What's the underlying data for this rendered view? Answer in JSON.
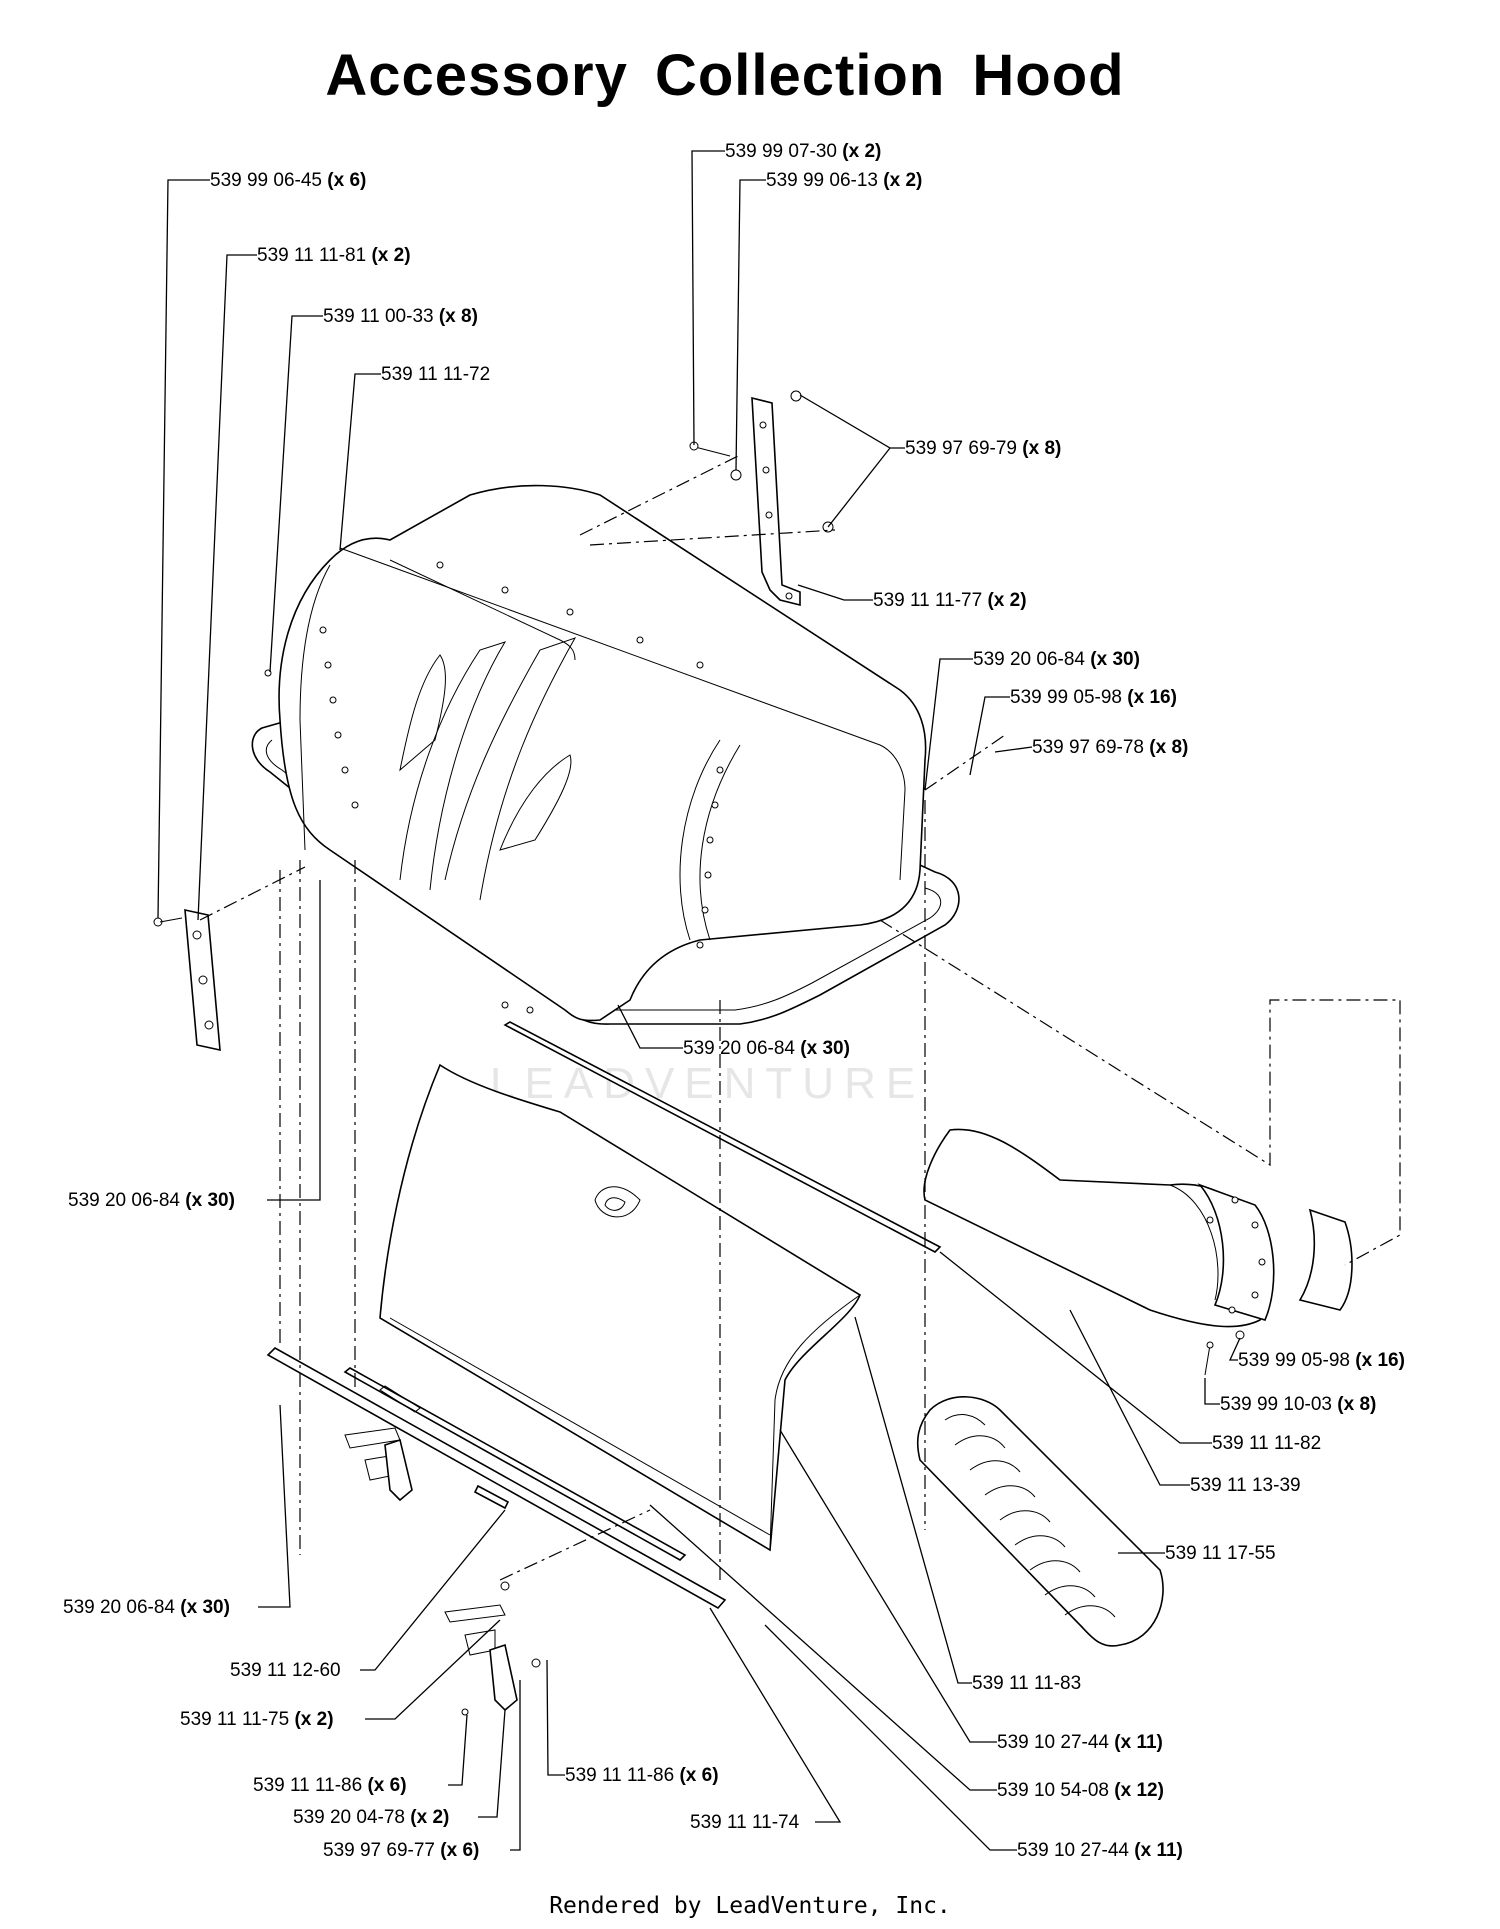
{
  "title": "Accessory Collection Hood",
  "footer": "Rendered by LeadVenture, Inc.",
  "watermark": "LEADVENTURE",
  "callouts": [
    {
      "part": "539 99 06-45",
      "qty": "(x 6)"
    },
    {
      "part": "539 11 11-81",
      "qty": "(x 2)"
    },
    {
      "part": "539 11 00-33",
      "qty": "(x 8)"
    },
    {
      "part": "539 11 11-72",
      "qty": ""
    },
    {
      "part": "539 99 07-30",
      "qty": "(x 2)"
    },
    {
      "part": "539 99 06-13",
      "qty": "(x 2)"
    },
    {
      "part": "539 97 69-79",
      "qty": "(x 8)"
    },
    {
      "part": "539 11 11-77",
      "qty": "(x 2)"
    },
    {
      "part": "539 20 06-84",
      "qty": "(x 30)"
    },
    {
      "part": "539 99 05-98",
      "qty": "(x 16)"
    },
    {
      "part": "539 97 69-78",
      "qty": "(x 8)"
    },
    {
      "part": "539 20 06-84",
      "qty": "(x 30)"
    },
    {
      "part": "539 20 06-84",
      "qty": "(x 30)"
    },
    {
      "part": "539 99 05-98",
      "qty": "(x 16)"
    },
    {
      "part": "539 99 10-03",
      "qty": "(x 8)"
    },
    {
      "part": "539 11 11-82",
      "qty": ""
    },
    {
      "part": "539 11 13-39",
      "qty": ""
    },
    {
      "part": "539 11 17-55",
      "qty": ""
    },
    {
      "part": "539 20 06-84",
      "qty": "(x 30)"
    },
    {
      "part": "539 11 12-60",
      "qty": ""
    },
    {
      "part": "539 11 11-75",
      "qty": "(x 2)"
    },
    {
      "part": "539 11 11-83",
      "qty": ""
    },
    {
      "part": "539 10 27-44",
      "qty": "(x 11)"
    },
    {
      "part": "539 11 11-86",
      "qty": "(x 6)"
    },
    {
      "part": "539 11 11-86",
      "qty": "(x 6)"
    },
    {
      "part": "539 10 54-08",
      "qty": "(x 12)"
    },
    {
      "part": "539 20 04-78",
      "qty": "(x 2)"
    },
    {
      "part": "539 11 11-74",
      "qty": ""
    },
    {
      "part": "539 97 69-77",
      "qty": "(x 6)"
    },
    {
      "part": "539 10 27-44",
      "qty": "(x 11)"
    }
  ]
}
